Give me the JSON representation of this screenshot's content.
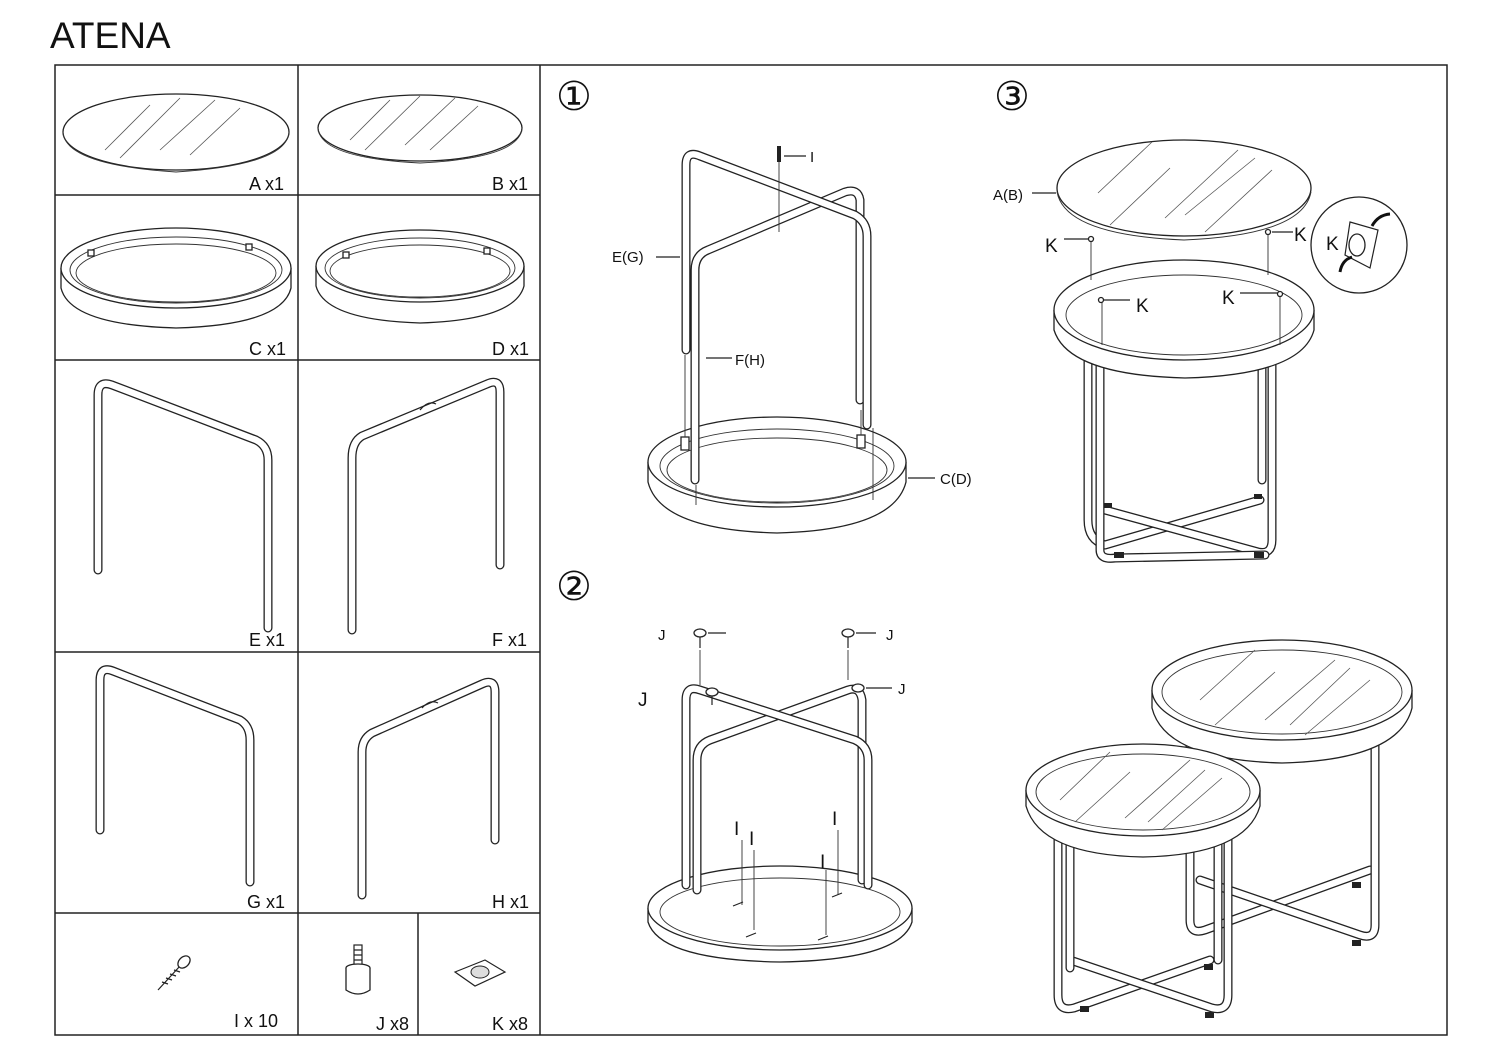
{
  "title": "ATENA",
  "parts": {
    "A": "A x1",
    "B": "B x1",
    "C": "C x1",
    "D": "D x1",
    "E": "E x1",
    "F": "F x1",
    "G": "G x1",
    "H": "H x1",
    "I": "I x 10",
    "J": "J x8",
    "K": "K x8"
  },
  "steps": {
    "step1": {
      "number": "①",
      "callouts": {
        "screw": "I",
        "frame_outer": "E(G)",
        "frame_inner": "F(H)",
        "ring": "C(D)"
      }
    },
    "step2": {
      "number": "②",
      "callouts": {
        "foot1": "J",
        "foot2": "J",
        "foot3": "J",
        "foot4": "J",
        "screw1": "I",
        "screw2": "I",
        "screw3": "I",
        "screw4": "I"
      }
    },
    "step3": {
      "number": "③",
      "callouts": {
        "glass": "A(B)",
        "pad1": "K",
        "pad2": "K",
        "pad3": "K",
        "pad4": "K",
        "pad_detail": "K"
      }
    }
  }
}
